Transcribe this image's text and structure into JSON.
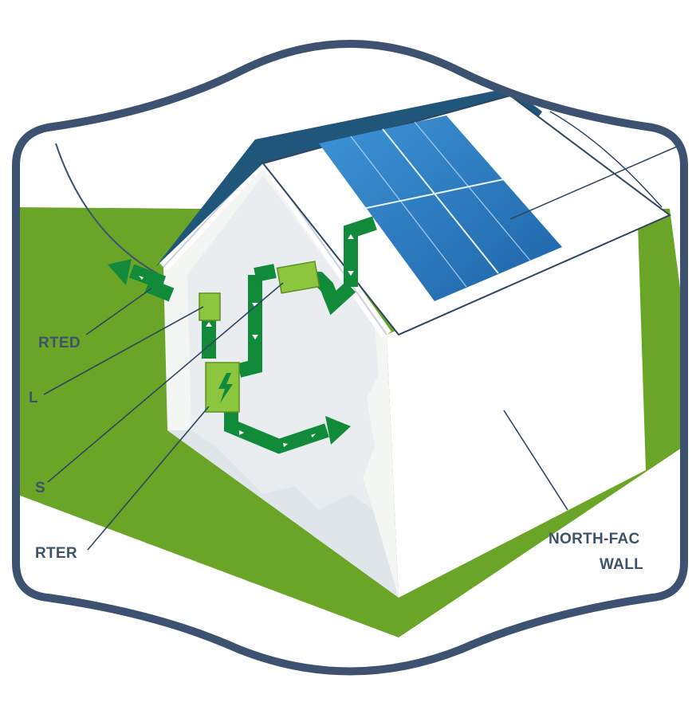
{
  "labels": {
    "exported": "RTED",
    "left_partial": "L",
    "meters": "S",
    "inverter": "RTER",
    "wall_line1": "NORTH-FAC",
    "wall_line2": "WALL"
  },
  "colors": {
    "frame": "#3d5270",
    "grass": "#6aa527",
    "roof_dark": "#1f567a",
    "solar_panel": "#2a7bbf",
    "wall": "#ffffff",
    "flow_arrow": "#118a3a",
    "device": "#8cc63f",
    "label_text": "#3f5368"
  },
  "icons": {
    "inverter": "lightning-bolt-icon",
    "flow": "arrow-icon"
  }
}
